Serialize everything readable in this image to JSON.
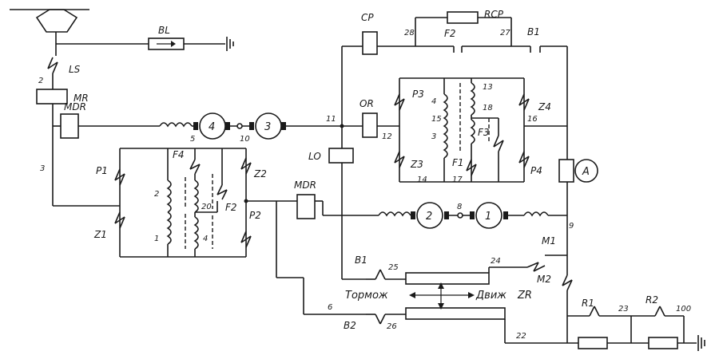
{
  "components": {
    "BL": "BL",
    "LS": "LS",
    "MR": "MR",
    "MDR_top": "MDR",
    "MDR_mid": "MDR",
    "CP": "CP",
    "RCP": "RCP",
    "F2_top": "F2",
    "B1_top": "B1",
    "OR": "OR",
    "P3": "P3",
    "Z4": "Z4",
    "F3": "F3",
    "F1": "F1",
    "Z3": "Z3",
    "P4": "P4",
    "LO": "LO",
    "P1": "P1",
    "Z1": "Z1",
    "F4": "F4",
    "Z2": "Z2",
    "F2_left": "F2",
    "P2": "P2",
    "M1": "M1",
    "M2": "M2",
    "R1": "R1",
    "R2": "R2",
    "B1_bottom": "B1",
    "B2": "B2",
    "ammeter": "A",
    "motor_4": "4",
    "motor_3": "3",
    "motor_2": "2",
    "motor_1": "1"
  },
  "nodes": {
    "n2": "2",
    "n3": "3",
    "n5": "5",
    "n10": "10",
    "n11": "11",
    "n12": "12",
    "n27": "27",
    "n28": "28",
    "n16": "16",
    "n14": "14",
    "n17": "17",
    "n13": "13",
    "n18": "18",
    "n15": "15",
    "n4r": "4",
    "n3r": "3",
    "n8": "8",
    "n9": "9",
    "n24": "24",
    "n25": "25",
    "n26": "26",
    "n6": "6",
    "n22": "22",
    "n23": "23",
    "n100": "100",
    "c2": "2",
    "c1": "1",
    "c20": "20",
    "c4": "4"
  },
  "labels": {
    "brake": "Тормож",
    "drive": "Движ",
    "controller": "ZR"
  }
}
